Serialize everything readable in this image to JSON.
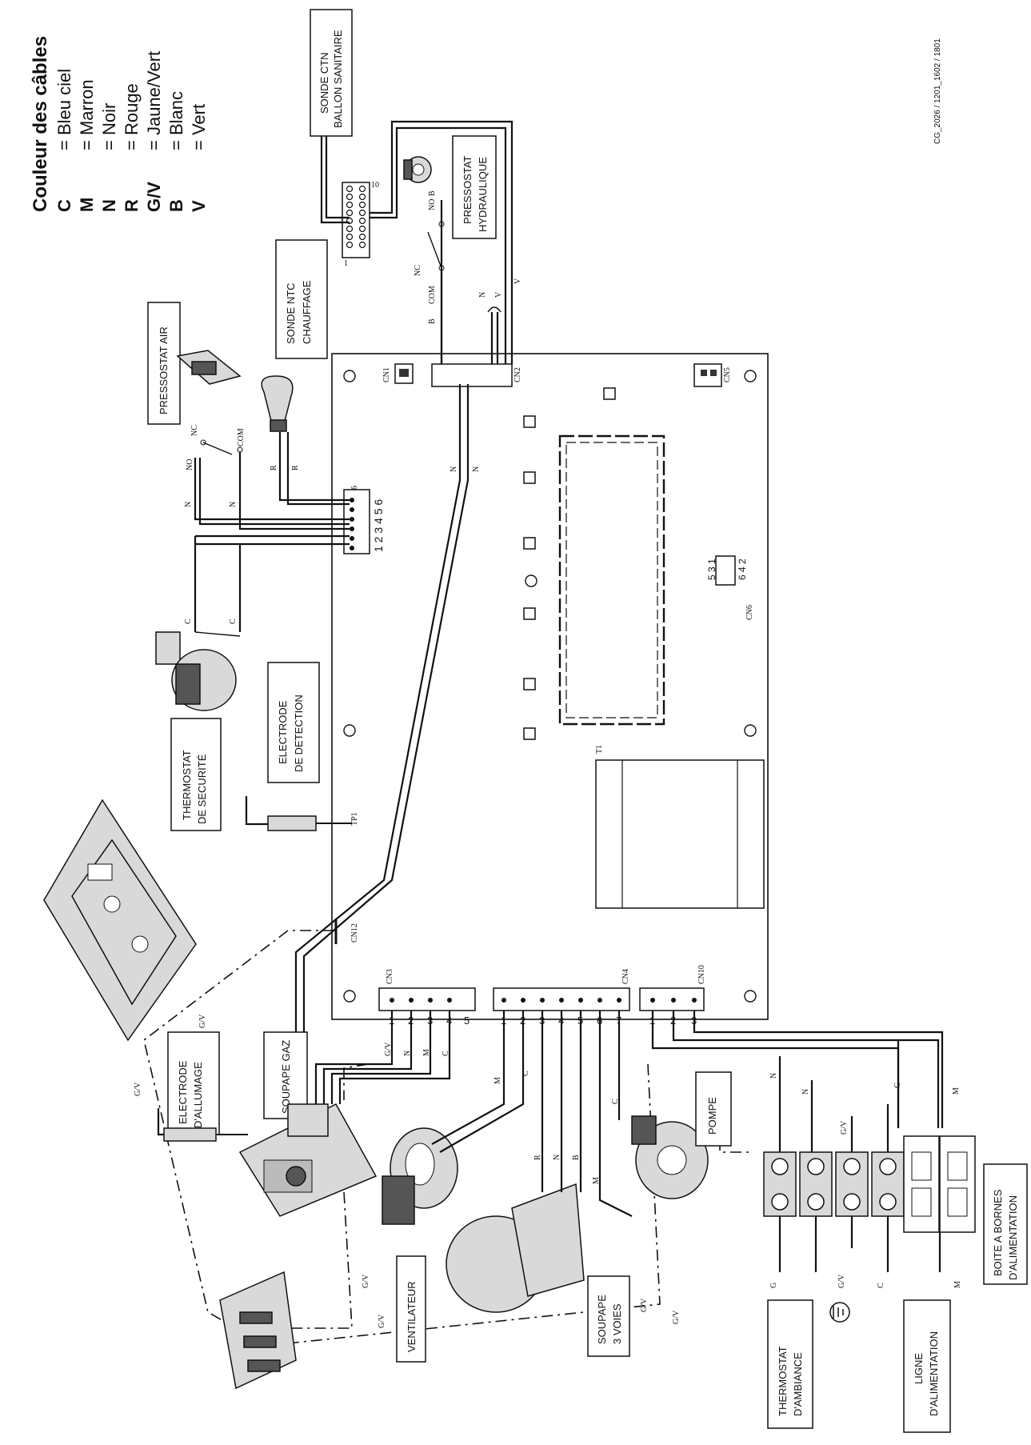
{
  "legend": {
    "title": "Couleur des câbles",
    "items": [
      {
        "code": "C",
        "name": "= Bleu ciel"
      },
      {
        "code": "M",
        "name": "= Marron"
      },
      {
        "code": "N",
        "name": "= Noir"
      },
      {
        "code": "R",
        "name": "= Rouge"
      },
      {
        "code": "G/V",
        "name": "= Jaune/Vert"
      },
      {
        "code": "B",
        "name": "= Blanc"
      },
      {
        "code": "V",
        "name": "= Vert"
      }
    ]
  },
  "reference": "CG_2026 / 1201_1602 / 1801",
  "components": {
    "sonde_ctn_l1": "SONDE CTN",
    "sonde_ctn_l2": "BALLON SANITAIRE",
    "pressostat_hyd_l1": "PRESSOSTAT",
    "pressostat_hyd_l2": "HYDRAULIQUE",
    "sonde_ntc_l1": "SONDE NTC",
    "sonde_ntc_l2": "CHAUFFAGE",
    "pressostat_air": "PRESSOSTAT AIR",
    "thermostat_sec_l1": "THERMOSTAT",
    "thermostat_sec_l2": "DE SECURITÉ",
    "electrode_det_l1": "ELECTRODE",
    "electrode_det_l2": "DE DETECTION",
    "electrode_all_l1": "ELECTRODE",
    "electrode_all_l2": "D'ALLUMAGE",
    "soupape_gaz": "SOUPAPE GAZ",
    "ventilateur": "VENTILATEUR",
    "soupape_3v_l1": "SOUPAPE",
    "soupape_3v_l2": "3 VOIES",
    "pompe": "POMPE",
    "thermostat_amb_l1": "THERMOSTAT",
    "thermostat_amb_l2": "D'AMBIANCE",
    "ligne_alim_l1": "LIGNE",
    "ligne_alim_l2": "D'ALIMENTATION",
    "boite_l1": "BOITE A BORNES",
    "boite_l2": "D'ALIMENTATION"
  },
  "wire_labels": {
    "b": "B",
    "no": "NO",
    "nc": "NC",
    "com": "COM",
    "n": "N",
    "r": "R",
    "c": "C",
    "m": "M",
    "gv": "G/V",
    "v": "V",
    "g": "G"
  },
  "connectors": {
    "cn1": "CN1",
    "cn2": "CN2",
    "cn5": "CN5",
    "cn6": "CN6",
    "cn3": "CN3",
    "cn4": "CN4",
    "cn10": "CN10",
    "cn12": "CN12",
    "tp1": "TP1",
    "t1": "T1",
    "pins6": "1 2 3 4 5 6",
    "pins6_top": "6",
    "pins_531": "5 3 1",
    "pins_642": "6 4 2",
    "p1": "1",
    "p2": "2",
    "p3": "3",
    "p4": "4",
    "p5": "5",
    "p6": "6",
    "p7": "7",
    "p10": "10"
  }
}
